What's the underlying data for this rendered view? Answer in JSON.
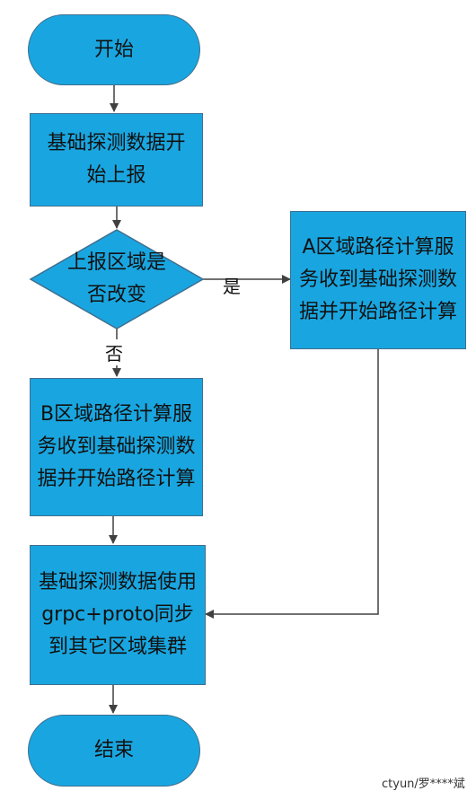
{
  "nodes": {
    "start": "开始",
    "report_start": "基础探测数据开始上报",
    "decision": "上报区域是否改变",
    "a_calc": "A区域路径计算服务收到基础探测数据并开始路径计算",
    "b_calc": "B区域路径计算服务收到基础探测数据并开始路径计算",
    "sync": "基础探测数据使用grpc+proto同步到其它区域集群",
    "end": "结束"
  },
  "edges": {
    "yes_label": "是",
    "no_label": "否"
  },
  "watermark": "ctyun/罗****斌",
  "colors": {
    "node_fill": "#19a6e0",
    "node_border": "#3f6f8f",
    "arrow": "#404040"
  }
}
